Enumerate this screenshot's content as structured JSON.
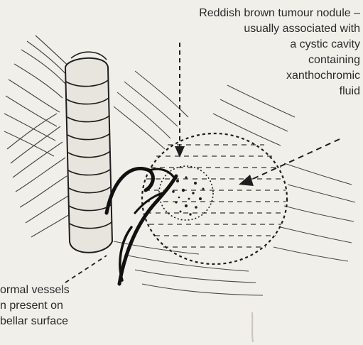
{
  "labels": {
    "tumour_nodule": [
      "Reddish brown tumour nodule –",
      "usually associated with",
      "a cystic cavity",
      "containing",
      "xanthochromic",
      "fluid"
    ],
    "abnormal_vessels": [
      "ormal vessels",
      "n present on",
      "bellar surface"
    ]
  }
}
